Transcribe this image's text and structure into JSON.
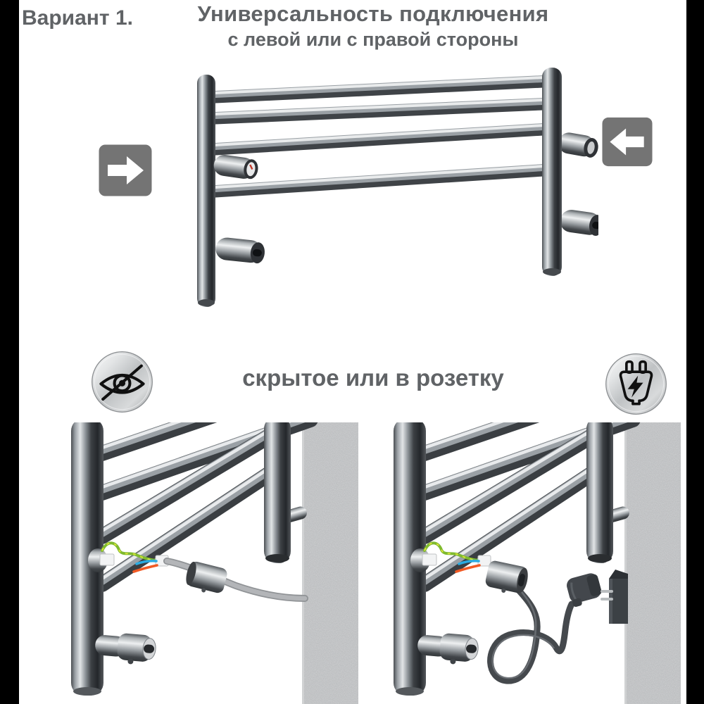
{
  "meta": {
    "kind": "product-instruction-sheet",
    "language": "ru",
    "subject": "electric heated towel rail connection options"
  },
  "header": {
    "variant_label": "Вариант 1.",
    "title": "Универсальность подключения",
    "subtitle": "с левой или с правой стороны"
  },
  "connection_sides": {
    "figure": "towel-rail-ladder-photo",
    "left_arrow_icon": "arrow-right-icon",
    "right_arrow_icon": "arrow-left-icon"
  },
  "power_options": {
    "caption": "скрытое или в розетку",
    "hidden_icon": "eye-crossed-icon",
    "plug_icon": "power-plug-icon",
    "left_figure": "concealed-wiring-connection-photo",
    "right_figure": "plug-and-socket-connection-photo"
  },
  "colors": {
    "text": "#606366",
    "arrow_box": "#747474",
    "side_bars": "#000000",
    "wall": "#b4b6b8",
    "wire_green": "#7fba2f",
    "wire_blue": "#2aabe2",
    "wire_red": "#f15a24",
    "cable_gray": "#aaacae",
    "cable_dark": "#45494d",
    "chrome_dark": "#3a3e42",
    "icon_silver": "#c2c5c7"
  }
}
